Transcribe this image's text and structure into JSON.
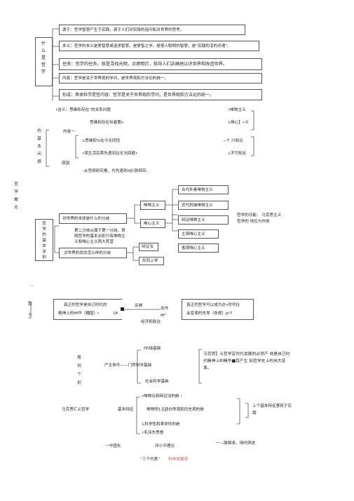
{
  "s1": {
    "title": "什么是哲学",
    "origin": "源于：哲学智慧产生于实践，源于人们对实践的追问和对世界的思考。",
    "essence": "本义：哲学的本义是爱智慧或追求智慧，是爱智之学。是使人聪明的智慧，是“实践的活的灵魂”。",
    "task": "任务：哲学的任务，就是寻找光明，点燃明灯，指导人们正确地认识世界和改造世界。",
    "content": "内容：哲学是关于世界观的学问，是世界观和方法论的统一。",
    "form": "形成：具体科学是哲内容：哲学是关于世界观的学问，是世界观和方法论的统一。"
  },
  "s2": {
    "left_label": "哲学概论",
    "basic_question": "的基本问题",
    "l1": "r含义：思维和存在“的关系问题",
    "l1r": "r唯物主义",
    "l2": "思维和存在何者第n",
    "l2r": "L唯心】•义",
    "l3": "内容一",
    "l4": "L思维和%在今无同性",
    "l4r": "—T",
    "l4r2": "川知论",
    "l5": "r某生活实首先遇到且无法回避•",
    "l5r": "L不可知论",
    "l6": "原因",
    "l7": "-从哲纸研究看，共先遇到II必须I回存,"
  },
  "s3": {
    "side_label": "哲学的基本派别",
    "branch1": "对世界的本原是什么的分歧",
    "branch2": "对世界的状态怎么样的分歧",
    "materialism": "唯物主义",
    "idealism": "唯心主义",
    "m1": "古代朴素唯物主义",
    "m2": "近代机械唯物主义",
    "m3": "辩证唯物主义",
    "i1": "主观唯心主义",
    "i2": "客观唯心主义",
    "dialectics": "辩证法",
    "metaphysics": "形而上学",
    "note": "第二分歧从属于第一分歧，表明哲学的基本派别只有唯物主义和唯心主义两大阵营",
    "function": "哲学的功能：  马克思主义哲学的 地位与作用"
  },
  "s4": {
    "bullets": "··",
    "left_top": "到",
    "left_bottom": "个",
    "box1_l1": "真正的哲学是自己时代的",
    "box1_l2": "精神上的fff华（糟国）r",
    "box1_tail": "18",
    "reaction": "反映",
    "effect": "反作",
    "effect2": "fff”",
    "caption": "经济和政治",
    "box2_l1": "真正的哲学可以成为达•时代社",
    "box2_l2": "会变革的先导（衣规）p!7"
  },
  "s5": {
    "left": "般到个别",
    "top_cond": "f价级基础",
    "mid_cond": "产生条件——门然科学基础",
    "bot_cond": "社会科学基础",
    "right_box": "马克思】义哲学定时代发展的必然产  劫是自己时代精神上的精华■其产生  如哲学史上的伟大变革。",
    "mxz": "马克思汇义哲学",
    "features": "基本特征",
    "f1": "r唯物论和辩证法的统・",
    "f2": "唯物除1主韵白然观和历史观的统",
    "f3": "L科学性和革命件的统",
    "f4": "r毛泽东思想",
    "f_right": "上个基本特征督现于实践",
    "sinic": "一中国化",
    "deng": "邓小平理论",
    "keep": "一—脉相承，场时俱进",
    "three": "“三个代表”",
    "three_tail": "科学发展观"
  }
}
